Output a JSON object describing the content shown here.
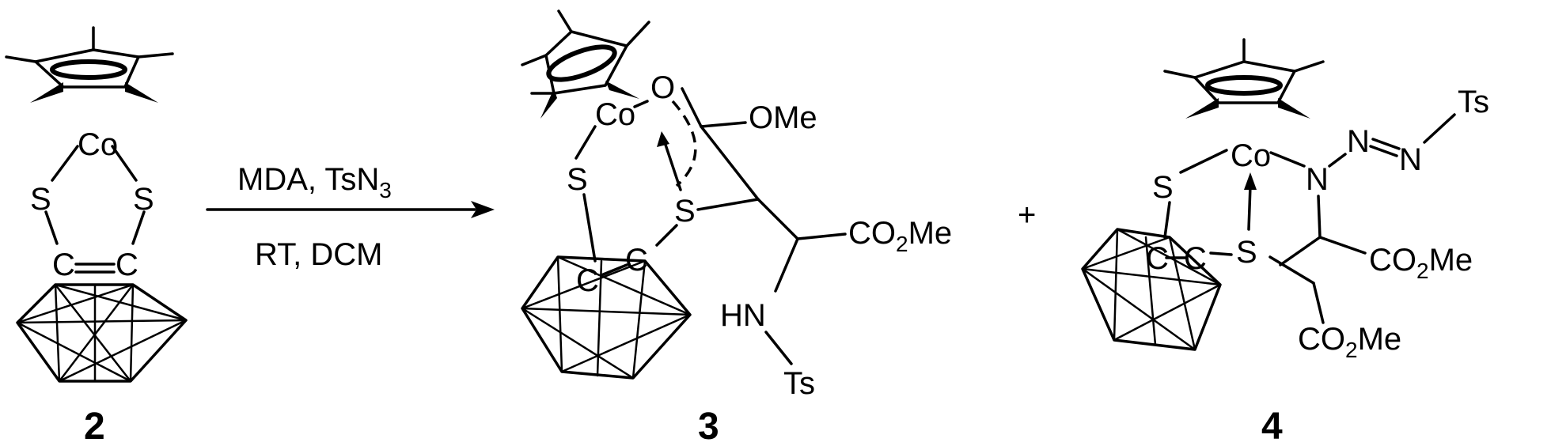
{
  "compound_2": {
    "label": "2",
    "atoms": {
      "co": "Co",
      "s_left": "S",
      "s_right": "S",
      "c_left": "C",
      "c_right": "C"
    }
  },
  "conditions": {
    "reagents": "MDA, TsN",
    "reagents_sub": "3",
    "conditions_text": "RT, DCM"
  },
  "compound_3": {
    "label": "3",
    "atoms": {
      "co": "Co",
      "o": "O",
      "ome": "OMe",
      "s_top": "S",
      "s_mid": "S",
      "c_left": "C",
      "c_right": "C",
      "co2me_a": "CO",
      "co2me_b": "2",
      "co2me_c": "Me",
      "hn": "HN",
      "ts": "Ts"
    }
  },
  "plus": "+",
  "compound_4": {
    "label": "4",
    "atoms": {
      "co": "Co",
      "s_top": "S",
      "s_mid": "S",
      "c_left": "C",
      "c_right": "C",
      "n1": "N",
      "n2": "N",
      "n3": "N",
      "ts": "Ts",
      "co2me1_a": "CO",
      "co2me1_b": "2",
      "co2me1_c": "Me",
      "co2me2_a": "CO",
      "co2me2_b": "2",
      "co2me2_c": "Me"
    }
  }
}
